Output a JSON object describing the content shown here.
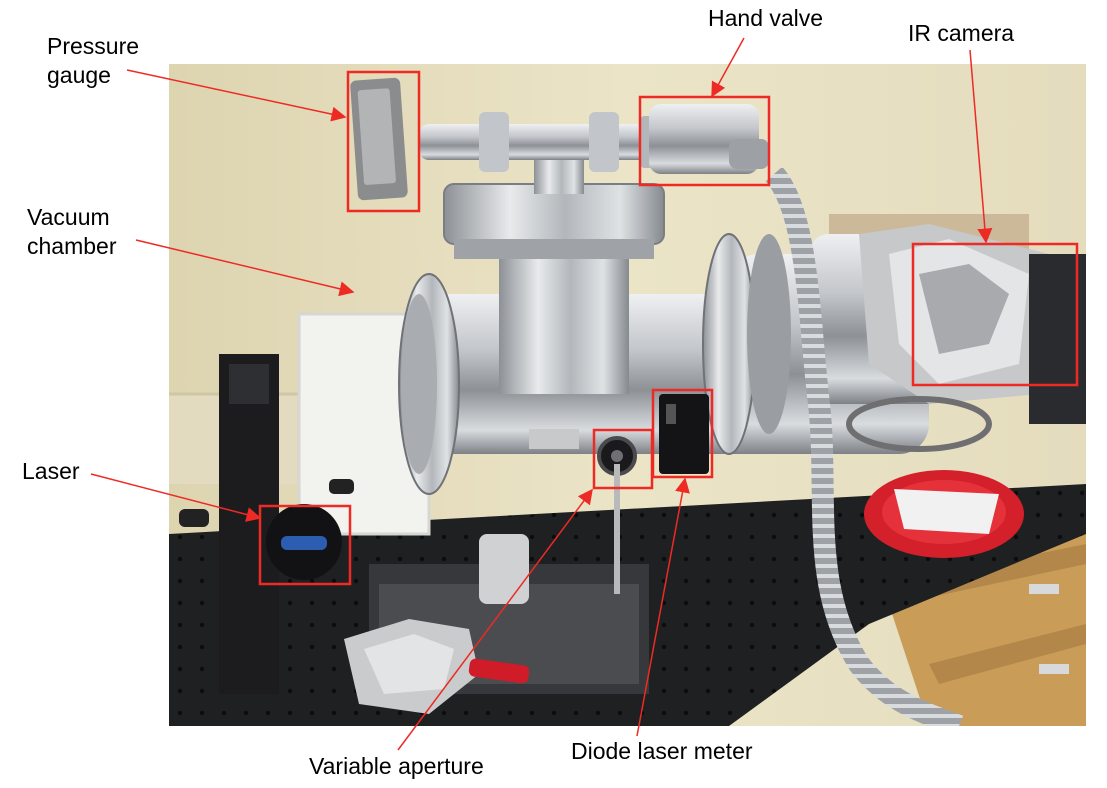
{
  "labels": {
    "pressure_gauge": "Pressure\ngauge",
    "hand_valve": "Hand valve",
    "ir_camera": "IR camera",
    "vacuum_chamber": "Vacuum\nchamber",
    "laser": "Laser",
    "variable_aperture": "Variable aperture",
    "diode_laser_meter": "Diode laser meter"
  },
  "colors": {
    "annotation": "#ee2a24",
    "wall": "#e9e2c4",
    "steel": "#b9bcc0",
    "bench": "#1b1b1d",
    "drawer": "#c79a55"
  }
}
